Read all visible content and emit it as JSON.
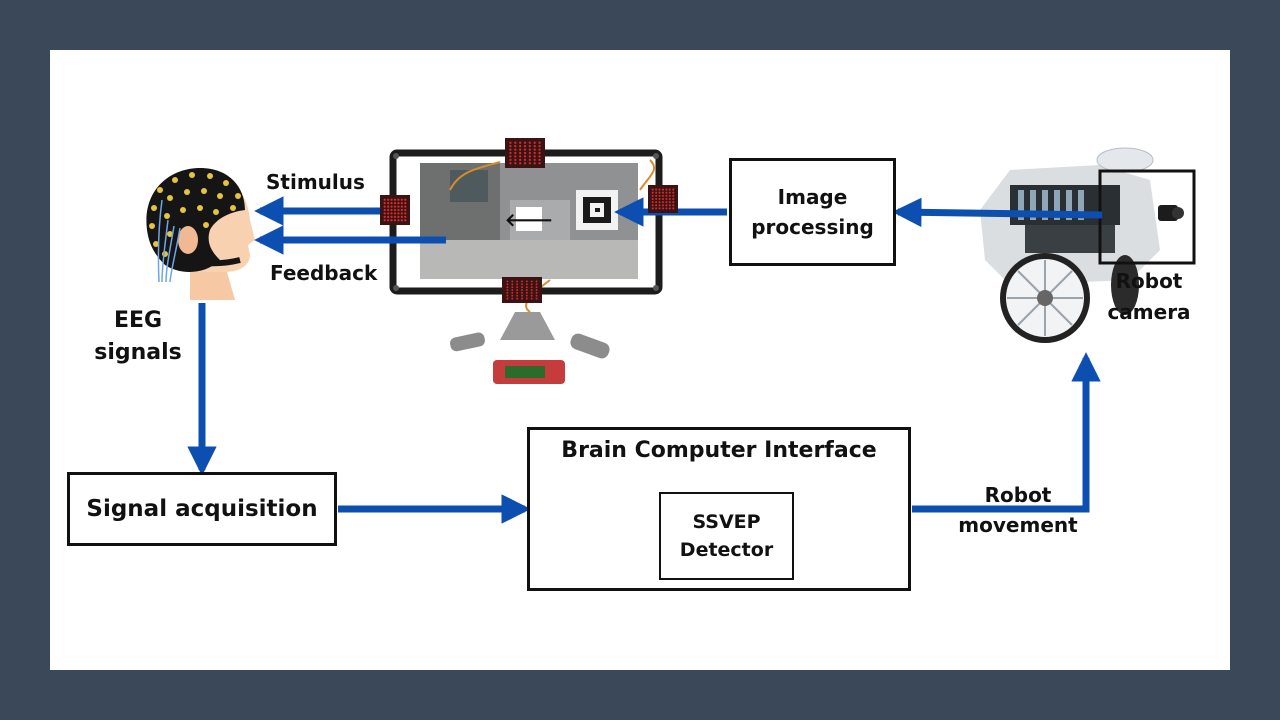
{
  "labels": {
    "stimulus": "Stimulus",
    "feedback": "Feedback",
    "eeg_line1": "EEG",
    "eeg_line2": "signals",
    "robot_camera_line1": "Robot",
    "robot_camera_line2": "camera",
    "robot_movement_line1": "Robot",
    "robot_movement_line2": "movement"
  },
  "boxes": {
    "image_processing_line1": "Image",
    "image_processing_line2": "processing",
    "signal_acquisition": "Signal acquisition",
    "bci_title": "Brain Computer Interface",
    "ssvep_line1": "SSVEP",
    "ssvep_line2": "Detector"
  },
  "colors": {
    "background": "#3b4859",
    "arrow": "#0d4fb0",
    "box_border": "#111111",
    "led_red": "#d62b2b"
  },
  "screen_arrow_glyph": "🡐"
}
